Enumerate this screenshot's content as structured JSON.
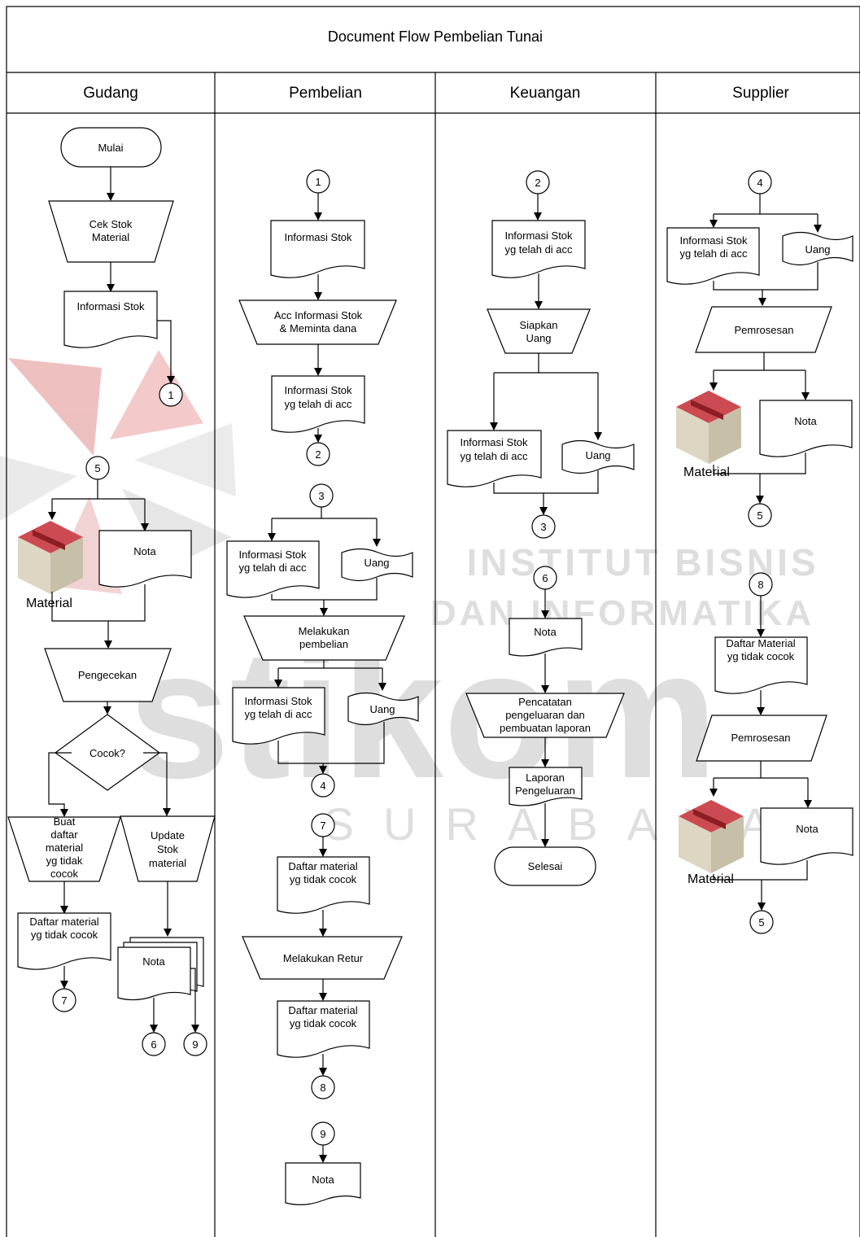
{
  "title": "Document Flow Pembelian Tunai",
  "lanes": [
    "Gudang",
    "Pembelian",
    "Keuangan",
    "Supplier"
  ],
  "watermark": {
    "line1": "INSTITUT BISNIS",
    "line2": "DAN INFORMATIKA",
    "brand": "stikom",
    "city": "SURABAYA"
  },
  "gudang": {
    "mulai": "Mulai",
    "cek_stok": [
      "Cek Stok",
      "Material"
    ],
    "informasi_stok": "Informasi Stok",
    "c1": "1",
    "c5": "5",
    "material": "Material",
    "nota": "Nota",
    "pengecekan": "Pengecekan",
    "cocok": "Cocok?",
    "buat_daftar": [
      "Buat",
      "daftar",
      "material",
      "yg tidak",
      "cocok"
    ],
    "update_stok": [
      "Update",
      "Stok",
      "material"
    ],
    "daftar_material": [
      "Daftar material",
      "yg tidak cocok"
    ],
    "nota2": "Nota",
    "c7": "7",
    "c6": "6",
    "c9": "9"
  },
  "pembelian": {
    "c1": "1",
    "informasi_stok": "Informasi Stok",
    "acc": [
      "Acc Informasi Stok",
      "& Meminta dana"
    ],
    "info_acc": [
      "Informasi Stok",
      "yg telah di acc"
    ],
    "c2": "2",
    "c3": "3",
    "info_acc2": [
      "Informasi Stok",
      "yg telah di acc"
    ],
    "uang": "Uang",
    "melakukan_pembelian": [
      "Melakukan",
      "pembelian"
    ],
    "info_acc3": [
      "Informasi Stok",
      "yg telah di acc"
    ],
    "uang2": "Uang",
    "c4": "4",
    "c7": "7",
    "daftar1": [
      "Daftar material",
      "yg tidak cocok"
    ],
    "melakukan_retur": "Melakukan Retur",
    "daftar2": [
      "Daftar material",
      "yg tidak cocok"
    ],
    "c8": "8",
    "c9": "9",
    "nota": "Nota"
  },
  "keuangan": {
    "c2": "2",
    "info_acc": [
      "Informasi Stok",
      "yg telah di acc"
    ],
    "siapkan_uang": [
      "Siapkan",
      "Uang"
    ],
    "info_acc2": [
      "Informasi Stok",
      "yg telah di acc"
    ],
    "uang": "Uang",
    "c3": "3",
    "c6": "6",
    "nota": "Nota",
    "pencatatan": [
      "Pencatatan",
      "pengeluaran dan",
      "pembuatan laporan"
    ],
    "laporan": [
      "Laporan",
      "Pengeluaran"
    ],
    "selesai": "Selesai"
  },
  "supplier": {
    "c4": "4",
    "info_acc": [
      "Informasi Stok",
      "yg telah di acc"
    ],
    "uang": "Uang",
    "pemrosesan": "Pemrosesan",
    "material": "Material",
    "nota": "Nota",
    "c5": "5",
    "c8": "8",
    "daftar": [
      "Daftar Material",
      "yg tidak cocok"
    ],
    "pemrosesan2": "Pemrosesan",
    "material2": "Material",
    "nota2": "Nota",
    "c5b": "5"
  }
}
